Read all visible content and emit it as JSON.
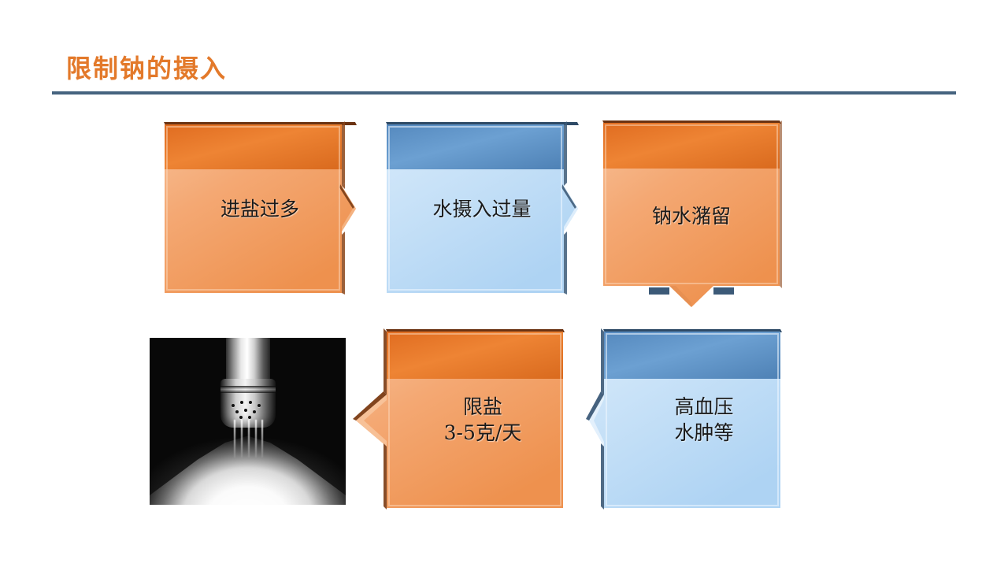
{
  "slide": {
    "title": "限制钠的摄入",
    "title_color": "#E3792A",
    "rule_color": "#45637F",
    "background": "#FFFFFF"
  },
  "diagram": {
    "type": "process-flow",
    "palette": {
      "orange_dark": "#E3792A",
      "orange_light": "#F4A873",
      "blue_dark": "#5B93C8",
      "blue_light": "#C5E0F7",
      "orange_edge": "#7A3A12",
      "blue_edge": "#3C5A78"
    },
    "nodes": [
      {
        "id": "node-1",
        "label": "进盐过多",
        "lines": [
          "进盐过多"
        ],
        "color": "orange",
        "arrow": "right",
        "row": 1,
        "order": 1
      },
      {
        "id": "node-2",
        "label": "水摄入过量",
        "lines": [
          "水摄入过量"
        ],
        "color": "blue",
        "arrow": "right",
        "row": 1,
        "order": 2
      },
      {
        "id": "node-3",
        "label": "钠水潴留",
        "lines": [
          "钠水潴留"
        ],
        "color": "orange",
        "arrow": "down",
        "row": 1,
        "order": 3
      },
      {
        "id": "node-4",
        "label": "高血压 水肿等",
        "lines": [
          "高血压",
          "水肿等"
        ],
        "color": "blue",
        "arrow": "left",
        "row": 2,
        "order": 1
      },
      {
        "id": "node-5",
        "label": "限盐 3-5克/天",
        "lines": [
          "限盐",
          "3-5克/天"
        ],
        "color": "orange",
        "arrow": "left",
        "row": 2,
        "order": 2
      }
    ],
    "photo": {
      "id": "salt-shaker-photo",
      "alt": "salt-shaker-pouring-salt",
      "caption": ""
    },
    "flow_order": [
      "进盐过多",
      "水摄入过量",
      "钠水潴留",
      "高血压 水肿等",
      "限盐 3-5克/天",
      "salt-shaker-photo"
    ]
  }
}
